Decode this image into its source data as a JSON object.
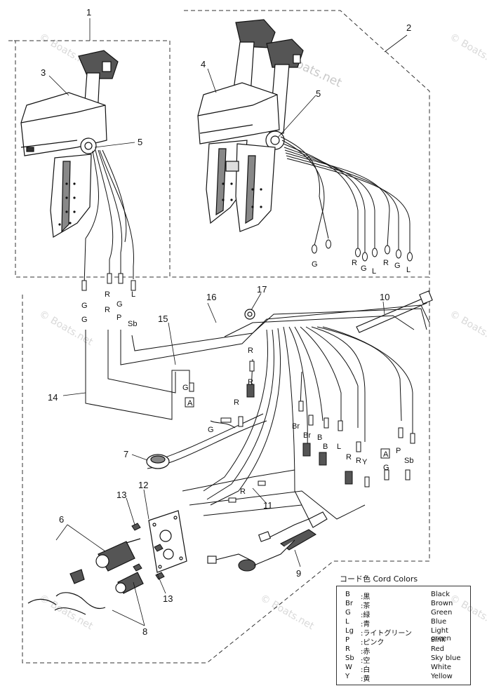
{
  "callouts": [
    "1",
    "2",
    "3",
    "4",
    "5",
    "5",
    "6",
    "7",
    "8",
    "9",
    "10",
    "11",
    "12",
    "13",
    "13",
    "14",
    "15",
    "16",
    "17"
  ],
  "wire_codes_left": [
    "G",
    "G",
    "R",
    "R",
    "G",
    "P",
    "L",
    "Sb"
  ],
  "wire_codes_right": [
    "G",
    "R",
    "G",
    "L",
    "R",
    "G",
    "L"
  ],
  "wire_codes_harness": [
    "R",
    "R",
    "G",
    "R",
    "Br",
    "Br",
    "B",
    "B",
    "L",
    "R",
    "R",
    "Y",
    "G",
    "P",
    "Sb",
    "G",
    "R"
  ],
  "boxed_labels": [
    "A",
    "A"
  ],
  "watermark": "Boats.net",
  "watermark_corner": "© Boats.net",
  "legend": {
    "title": "コード色 Cord Colors",
    "rows": [
      {
        "code": "B",
        "jp": ":黒",
        "en": "Black"
      },
      {
        "code": "Br",
        "jp": ":茶",
        "en": "Brown"
      },
      {
        "code": "G",
        "jp": ":緑",
        "en": "Green"
      },
      {
        "code": "L",
        "jp": ":青",
        "en": "Blue"
      },
      {
        "code": "Lg",
        "jp": ":ライトグリーン",
        "en": "Light green"
      },
      {
        "code": "P",
        "jp": ":ピンク",
        "en": "Pink"
      },
      {
        "code": "R",
        "jp": ":赤",
        "en": "Red"
      },
      {
        "code": "Sb",
        "jp": ":空",
        "en": "Sky blue"
      },
      {
        "code": "W",
        "jp": ":白",
        "en": "White"
      },
      {
        "code": "Y",
        "jp": ":黄",
        "en": "Yellow"
      }
    ]
  }
}
